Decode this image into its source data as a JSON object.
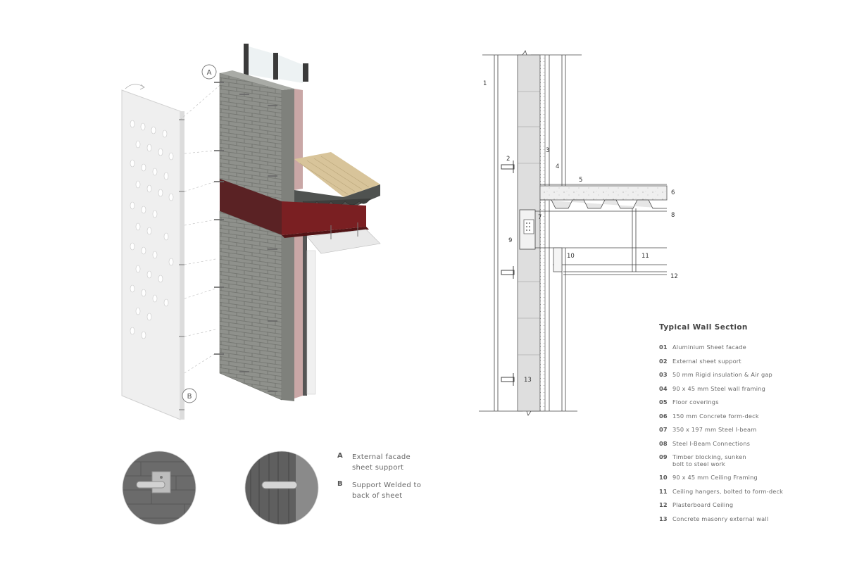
{
  "axo": {
    "callouts": [
      {
        "id": "A",
        "label": "A"
      },
      {
        "id": "B",
        "label": "B"
      }
    ]
  },
  "section": {
    "callouts": [
      "1",
      "2",
      "3",
      "4",
      "5",
      "6",
      "7",
      "8",
      "9",
      "10",
      "11",
      "12",
      "13"
    ]
  },
  "legend": {
    "title": "Typical Wall Section",
    "items": [
      {
        "num": "01",
        "text": "Aluminium Sheet facade"
      },
      {
        "num": "02",
        "text": "External sheet support"
      },
      {
        "num": "03",
        "text": "50 mm Rigid insulation & Air gap"
      },
      {
        "num": "04",
        "text": "90 x 45 mm Steel wall framing"
      },
      {
        "num": "05",
        "text": "Floor coverings"
      },
      {
        "num": "06",
        "text": "150 mm Concrete form-deck"
      },
      {
        "num": "07",
        "text": "350 x 197 mm Steel I-beam"
      },
      {
        "num": "08",
        "text": "Steel I-Beam Connections"
      },
      {
        "num": "09",
        "text": "Timber blocking, sunken bolt to steel work"
      },
      {
        "num": "10",
        "text": "90 x 45 mm Ceiling Framing"
      },
      {
        "num": "11",
        "text": "Ceiling hangers, bolted to form-deck"
      },
      {
        "num": "12",
        "text": "Plasterboard Ceiling"
      },
      {
        "num": "13",
        "text": "Concrete masonry external wall"
      }
    ]
  },
  "notes": [
    {
      "letter": "A",
      "text": "External facade sheet support"
    },
    {
      "letter": "B",
      "text": "Support Welded to back of sheet"
    }
  ],
  "colors": {
    "masonry": "#8f918c",
    "insulation": "#c9a7a6",
    "steel_beam": "#7a1f22",
    "timber": "#d8c49a",
    "facade": "#f1f1f1"
  }
}
